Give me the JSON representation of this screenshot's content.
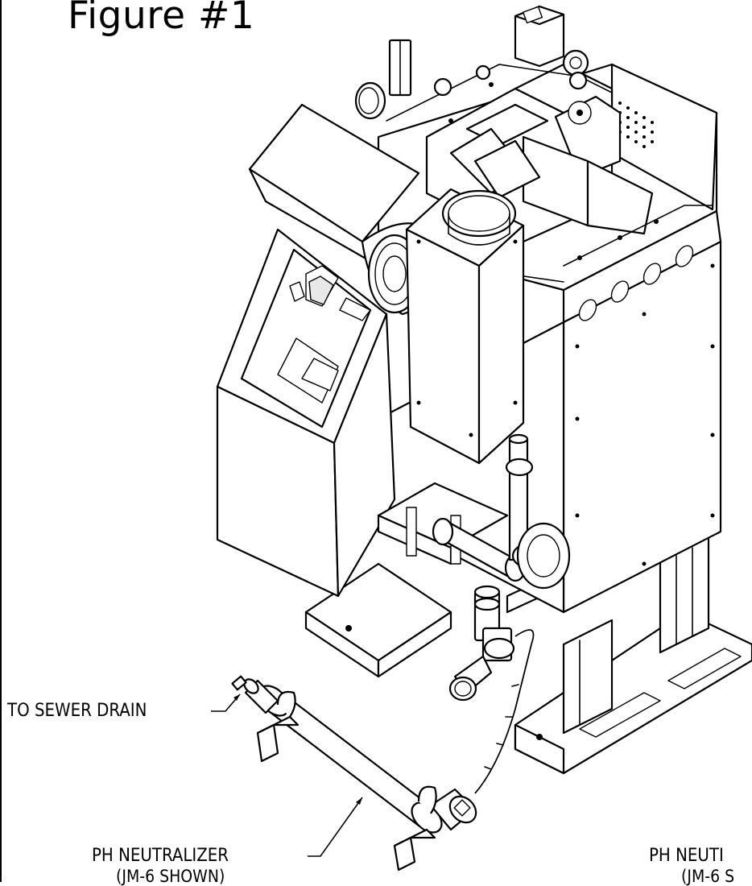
{
  "figure": {
    "title": "Figure #1"
  },
  "callouts": {
    "sewer_drain": "TO SEWER DRAIN",
    "ph_neutralizer_line1": "PH NEUTRALIZER",
    "ph_neutralizer_line2": "(JM-6 SHOWN)",
    "ph_neutralizer_cut_line1": "PH NEUTI",
    "ph_neutralizer_cut_line2": "(JM-6 S"
  }
}
